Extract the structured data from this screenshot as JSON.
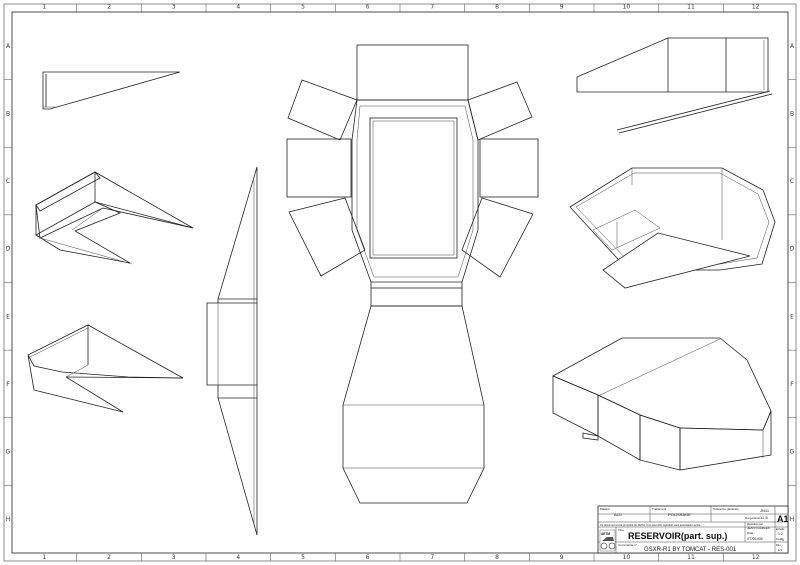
{
  "sheet": {
    "columns": [
      "1",
      "2",
      "3",
      "4",
      "5",
      "6",
      "7",
      "8",
      "9",
      "10",
      "11",
      "12"
    ],
    "rows": [
      "A",
      "B",
      "C",
      "D",
      "E",
      "F",
      "G",
      "H"
    ]
  },
  "title_block": {
    "matiere_label": "Matière",
    "matiere_value": "ALU",
    "traitement_label": "Traitement",
    "traitement_value": "POLISSAGE",
    "tolerance_label": "Tolérance générale",
    "tolerance_value": "JN11",
    "rugosite_label": "Ra général",
    "rugosite_value": "12.5",
    "notice": "Ce document est la propriété de AETM. Il ne peut être reproduit sans autorisation écrite.",
    "dessine_label": "Dessiné par",
    "dessine_value": "JEAN CHARLES",
    "date_label": "Date",
    "date_value": "07/01/08",
    "titre_label": "Titre",
    "title": "RESERVOIR(part. sup.)",
    "commande_label": "Commande n°",
    "subtitle": "GSXR-R1 BY TOMCAT - RES-001",
    "format": "A1",
    "echelle_label": "Echelle",
    "echelle_value": "1:2",
    "feuille_label": "Feuille",
    "feuille_value": "1",
    "rev_label": "Rév.",
    "rev_value": "1/1",
    "logo_text": "AETM"
  }
}
